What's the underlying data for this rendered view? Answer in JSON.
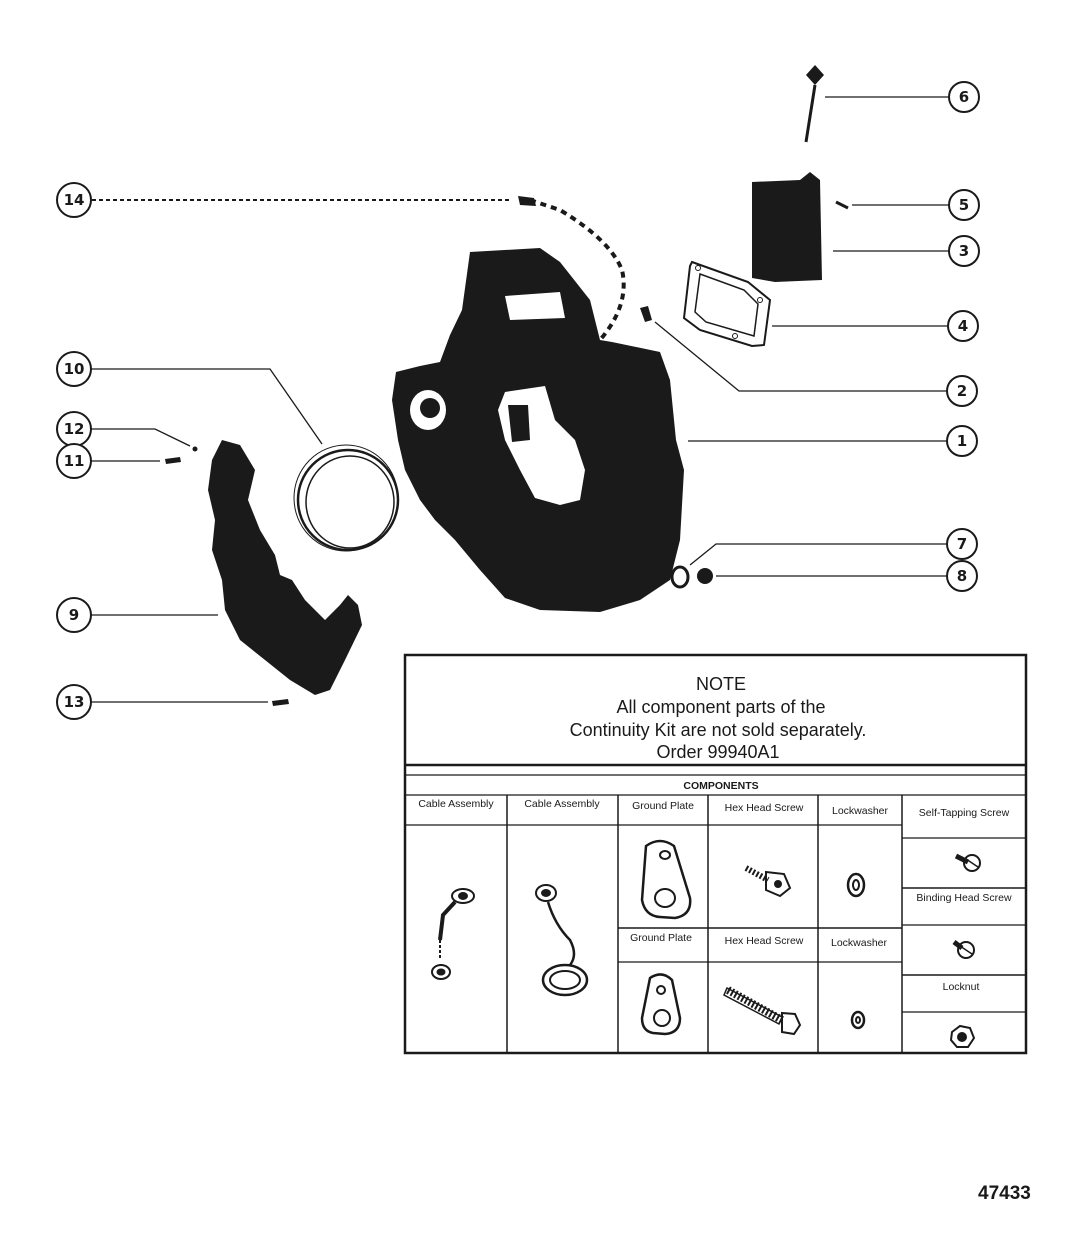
{
  "drawing_number": "47433",
  "callouts": [
    "1",
    "2",
    "3",
    "4",
    "5",
    "6",
    "7",
    "8",
    "9",
    "10",
    "11",
    "12",
    "13",
    "14"
  ],
  "note": {
    "title": "NOTE",
    "line1": "All component parts of the",
    "line2": "Continuity Kit are not sold separately.",
    "line3": "Order 99940A1"
  },
  "components": {
    "header": "COMPONENTS",
    "cable_assembly_1": "Cable Assembly",
    "cable_assembly_2": "Cable Assembly",
    "ground_plate_1": "Ground Plate",
    "hex_head_screw_1": "Hex Head Screw",
    "lockwasher_1": "Lockwasher",
    "self_tapping_screw": "Self-Tapping Screw",
    "binding_head_screw": "Binding Head Screw",
    "ground_plate_2": "Ground Plate",
    "hex_head_screw_2": "Hex Head Screw",
    "lockwasher_2": "Lockwasher",
    "locknut": "Locknut"
  },
  "colors": {
    "ink": "#1a1a1a",
    "paper": "#ffffff"
  }
}
